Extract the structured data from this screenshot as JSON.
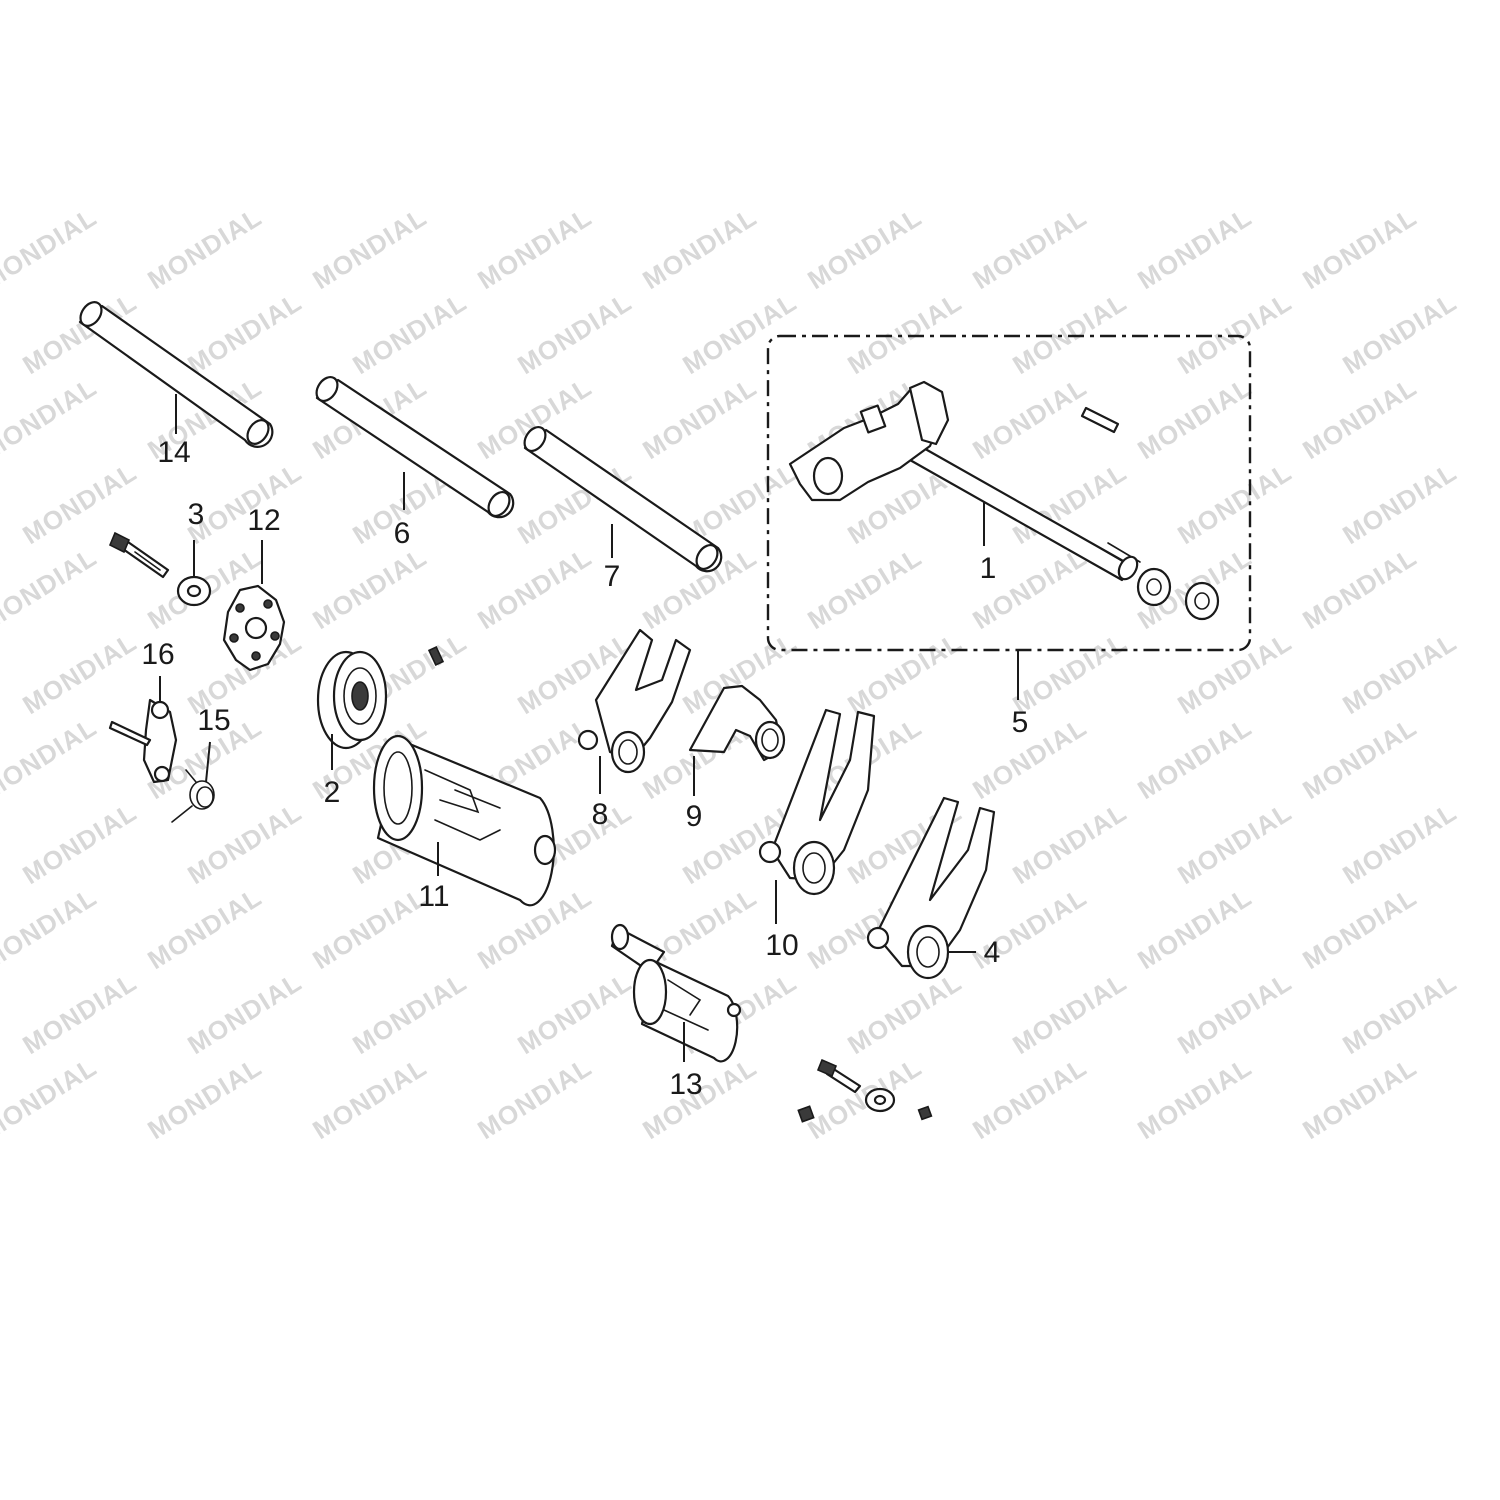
{
  "watermark": "MONDIAL",
  "colors": {
    "line": "#1a1a1a",
    "watermark": "#d8d8d8",
    "background": "#ffffff"
  },
  "callouts": [
    "1",
    "2",
    "3",
    "4",
    "5",
    "6",
    "7",
    "8",
    "9",
    "10",
    "11",
    "12",
    "13",
    "14",
    "15",
    "16"
  ]
}
